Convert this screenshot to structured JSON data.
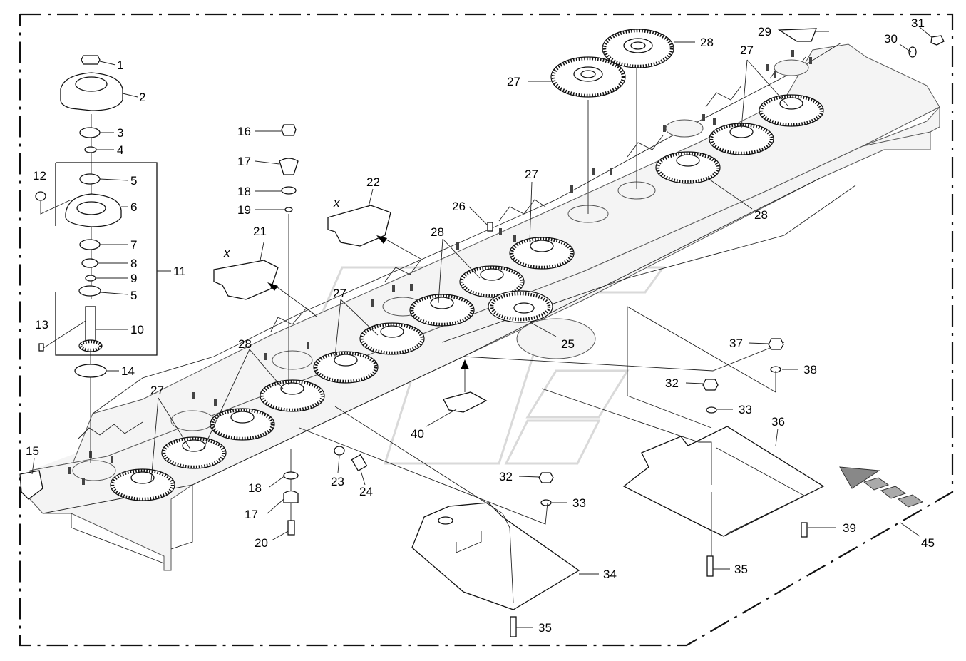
{
  "diagram": {
    "callouts": [
      {
        "label": "1"
      },
      {
        "label": "2"
      },
      {
        "label": "3"
      },
      {
        "label": "4"
      },
      {
        "label": "5"
      },
      {
        "label": "12"
      },
      {
        "label": "6"
      },
      {
        "label": "7"
      },
      {
        "label": "8"
      },
      {
        "label": "9"
      },
      {
        "label": "11"
      },
      {
        "label": "5"
      },
      {
        "label": "13"
      },
      {
        "label": "10"
      },
      {
        "label": "14"
      },
      {
        "label": "16"
      },
      {
        "label": "17"
      },
      {
        "label": "18"
      },
      {
        "label": "19"
      },
      {
        "label": "21"
      },
      {
        "label": "22"
      },
      {
        "label": "26"
      },
      {
        "label": "28"
      },
      {
        "label": "27"
      },
      {
        "label": "27"
      },
      {
        "label": "28"
      },
      {
        "label": "27"
      },
      {
        "label": "28"
      },
      {
        "label": "29"
      },
      {
        "label": "30"
      },
      {
        "label": "31"
      },
      {
        "label": "27"
      },
      {
        "label": "28"
      },
      {
        "label": "25"
      },
      {
        "label": "27"
      },
      {
        "label": "28"
      },
      {
        "label": "15"
      },
      {
        "label": "18"
      },
      {
        "label": "17"
      },
      {
        "label": "20"
      },
      {
        "label": "23"
      },
      {
        "label": "24"
      },
      {
        "label": "40"
      },
      {
        "label": "37"
      },
      {
        "label": "38"
      },
      {
        "label": "32"
      },
      {
        "label": "33"
      },
      {
        "label": "36"
      },
      {
        "label": "32"
      },
      {
        "label": "33"
      },
      {
        "label": "39"
      },
      {
        "label": "34"
      },
      {
        "label": "35"
      },
      {
        "label": "35"
      },
      {
        "label": "45"
      }
    ],
    "cut_marks": [
      "x",
      "x"
    ]
  }
}
